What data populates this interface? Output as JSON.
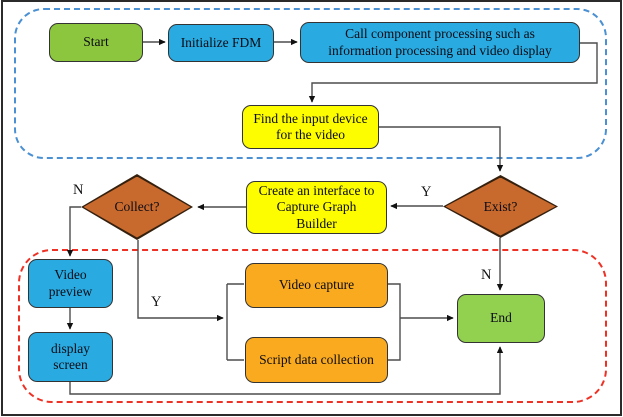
{
  "colors": {
    "node_green": "#8CC63F",
    "end_green": "#92D050",
    "node_blue": "#29ABE2",
    "node_yellow": "#FDFD00",
    "node_orange": "#FAAA1E",
    "decision_orange": "#C8692E",
    "container_blue_dash": "#4A90D2",
    "container_red_dash": "#EE3124"
  },
  "nodes": {
    "start": {
      "label": "Start"
    },
    "initialize_fdm": {
      "label": "Initialize FDM"
    },
    "call_component": {
      "label": "Call component processing such as\ninformation processing and video display"
    },
    "find_input_device": {
      "label": "Find the input device\nfor the video"
    },
    "collect": {
      "label": "Collect?"
    },
    "create_interface": {
      "label": "Create an interface to\nCapture Graph\nBuilder"
    },
    "exist": {
      "label": "Exist?"
    },
    "video_preview": {
      "label": "Video\npreview"
    },
    "display_screen": {
      "label": "display\nscreen"
    },
    "video_capture": {
      "label": "Video capture"
    },
    "script_data_collection": {
      "label": "Script data collection"
    },
    "end": {
      "label": "End"
    }
  },
  "edge_labels": {
    "collect_no": "N",
    "collect_yes": "Y",
    "exist_yes": "Y",
    "exist_no": "N"
  }
}
